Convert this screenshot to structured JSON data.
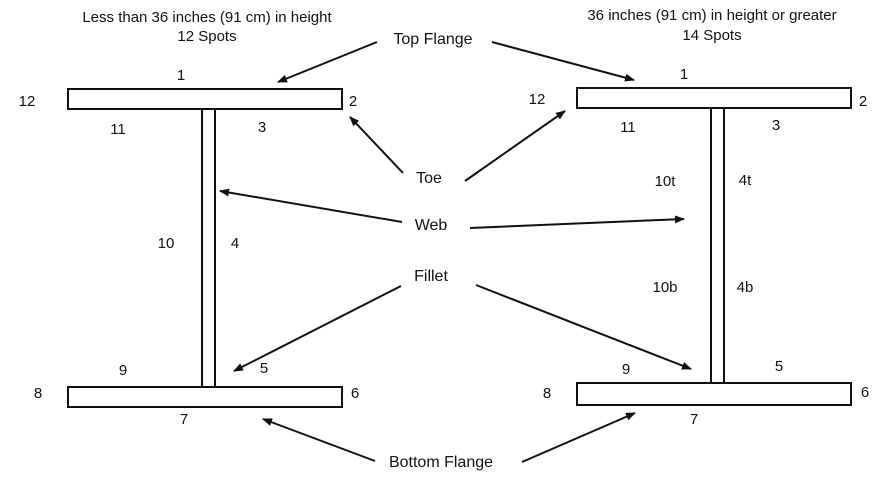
{
  "left_beam": {
    "title": "Less than 36 inches (91 cm) in height",
    "subtitle": "12 Spots",
    "spots": {
      "s1": "1",
      "s2": "2",
      "s3": "3",
      "s4": "4",
      "s5": "5",
      "s6": "6",
      "s7": "7",
      "s8": "8",
      "s9": "9",
      "s10": "10",
      "s11": "11",
      "s12": "12"
    }
  },
  "right_beam": {
    "title": "36 inches (91 cm) in height or greater",
    "subtitle": "14 Spots",
    "spots": {
      "s1": "1",
      "s2": "2",
      "s3": "3",
      "s4t": "4t",
      "s4b": "4b",
      "s5": "5",
      "s6": "6",
      "s7": "7",
      "s8": "8",
      "s9": "9",
      "s10t": "10t",
      "s10b": "10b",
      "s11": "11",
      "s12": "12"
    }
  },
  "callouts": {
    "top_flange": "Top Flange",
    "toe": "Toe",
    "web": "Web",
    "fillet": "Fillet",
    "bottom_flange": "Bottom Flange"
  }
}
